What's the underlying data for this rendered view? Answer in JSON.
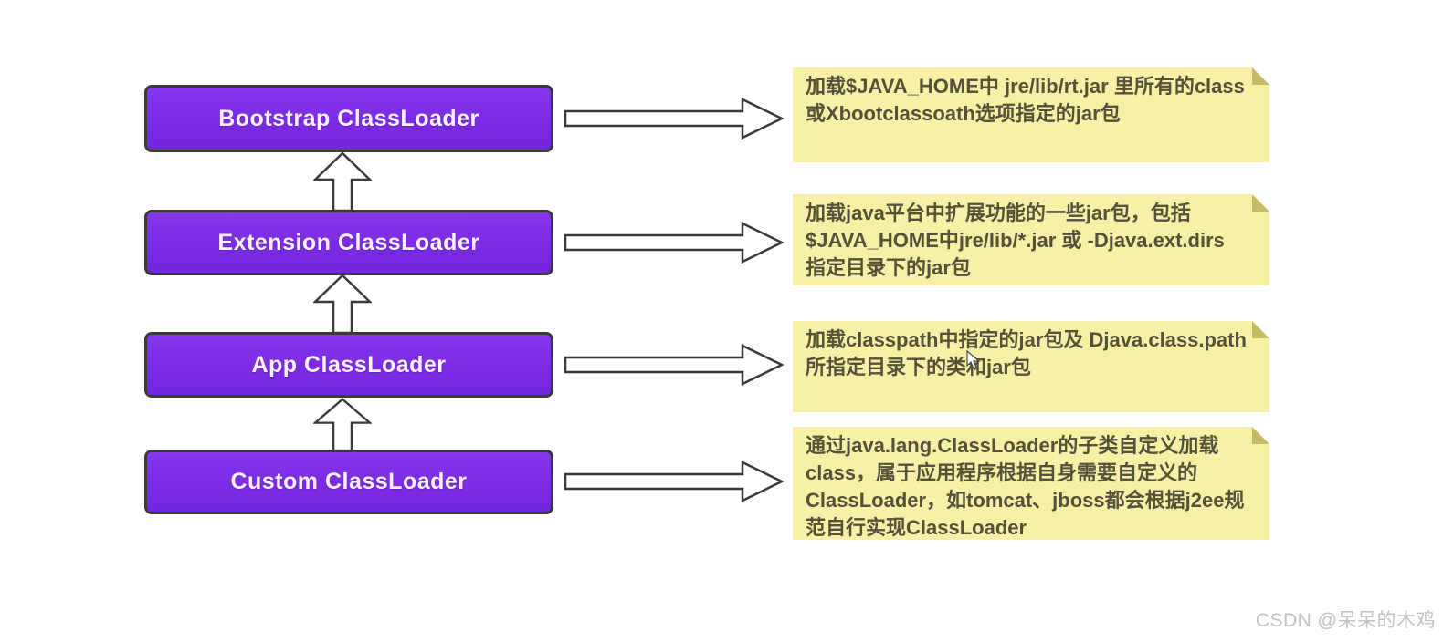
{
  "diagram": {
    "title_semantic": "Java ClassLoader delegation hierarchy",
    "background_color": "#ffffff",
    "colors": {
      "box_fill": "#7a2be4",
      "box_border": "#3a3a3a",
      "box_text": "#f7f2fd",
      "note_fill": "#f7f0a6",
      "note_fold": "#c6ba62",
      "note_text": "#55513a",
      "arrow_fill": "#ffffff",
      "arrow_outline": "#3a3a3a"
    },
    "icons": {
      "up_arrow": "up-arrow-icon",
      "right_arrow": "right-arrow-icon",
      "note_fold": "folded-corner-icon",
      "cursor": "mouse-cursor-icon"
    },
    "nodes": [
      {
        "label": "Bootstrap ClassLoader",
        "note": "加载$JAVA_HOME中 jre/lib/rt.jar 里所有的class\n或Xbootclassoath选项指定的jar包"
      },
      {
        "label": "Extension ClassLoader",
        "note": "加载java平台中扩展功能的一些jar包，包括\n$JAVA_HOME中jre/lib/*.jar 或 -Djava.ext.dirs\n指定目录下的jar包"
      },
      {
        "label": "App ClassLoader",
        "note": "加载classpath中指定的jar包及 Djava.class.path\n所指定目录下的类和jar包"
      },
      {
        "label": "Custom ClassLoader",
        "note": "通过java.lang.ClassLoader的子类自定义加载\nclass，属于应用程序根据自身需要自定义的\nClassLoader，如tomcat、jboss都会根据j2ee规\n范自行实现ClassLoader"
      }
    ],
    "watermark": {
      "text": "CSDN @呆呆的木鸡"
    }
  }
}
